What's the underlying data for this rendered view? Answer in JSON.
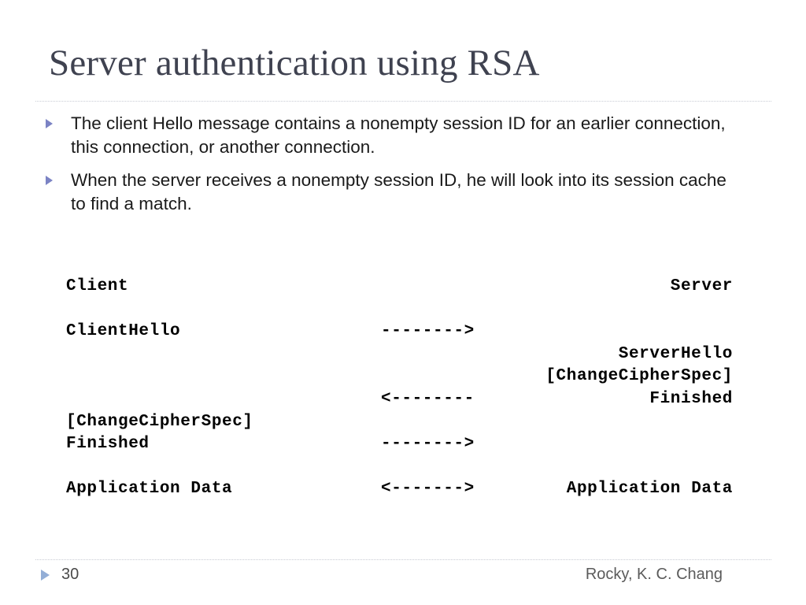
{
  "slide": {
    "title": "Server authentication using RSA",
    "title_color": "#3f4250",
    "background_color": "#ffffff",
    "bullet_marker_color": "#7b83c4",
    "divider_color": "#c8ccd4"
  },
  "bullets": [
    {
      "text": "The client Hello message contains a nonempty session ID for an earlier connection, this connection, or another connection."
    },
    {
      "text": "When the server receives a nonempty session ID, he will look into its session cache to find a match."
    }
  ],
  "diagram": {
    "type": "protocol-exchange",
    "rows": [
      {
        "client": "Client",
        "arrow": "",
        "server": "Server"
      },
      {
        "client": "",
        "arrow": "",
        "server": ""
      },
      {
        "client": "ClientHello",
        "arrow": "-------->",
        "server": ""
      },
      {
        "client": "",
        "arrow": "",
        "server": "ServerHello"
      },
      {
        "client": "",
        "arrow": "",
        "server": "[ChangeCipherSpec]"
      },
      {
        "client": "",
        "arrow": "<--------",
        "server": "Finished"
      },
      {
        "client": "[ChangeCipherSpec]",
        "arrow": "",
        "server": ""
      },
      {
        "client": "Finished",
        "arrow": "-------->",
        "server": ""
      },
      {
        "client": "",
        "arrow": "",
        "server": ""
      },
      {
        "client": "Application Data",
        "arrow": "<------->",
        "server": "Application Data"
      }
    ]
  },
  "footer": {
    "page_number": "30",
    "author": "Rocky, K. C. Chang",
    "marker_color": "#93aed6"
  }
}
